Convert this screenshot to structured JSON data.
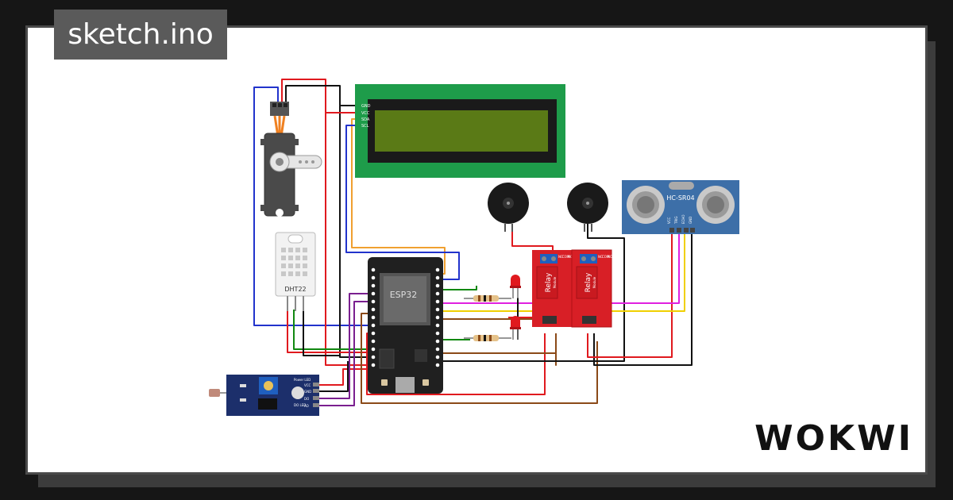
{
  "header": {
    "sketch_name": "sketch.ino"
  },
  "brand": {
    "logo_text": "WOKWI"
  },
  "components": {
    "lcd": {
      "pins": [
        "GND",
        "VCC",
        "SDA",
        "SCL"
      ]
    },
    "ultrasonic": {
      "label": "HC-SR04",
      "pins": [
        "VCC",
        "TRIG",
        "ECHO",
        "GND"
      ]
    },
    "dht": {
      "label": "DHT22"
    },
    "esp32": {
      "label": "ESP32"
    },
    "relay1": {
      "label": "Relay",
      "sub": "Module",
      "pins": [
        "NC",
        "COM",
        "NO"
      ]
    },
    "relay2": {
      "label": "Relay",
      "sub": "Module",
      "pins": [
        "NC",
        "COM",
        "NO"
      ]
    },
    "ldr": {
      "pins": [
        "VCC",
        "GND",
        "DO",
        "AO"
      ],
      "leds": [
        "Power LED",
        "DO LED"
      ]
    }
  },
  "colors": {
    "background": "#161616",
    "card": "#ffffff",
    "lcd_board": "#1e9c4a",
    "lcd_screen": "#5a7a16",
    "relay": "#d81f26",
    "esp32_board": "#202020",
    "ultrasonic_board": "#3d6fa8",
    "ldr_board": "#1c2f6b",
    "wire_red": "#e0191e",
    "wire_black": "#111111",
    "wire_blue": "#2233cc",
    "wire_yellow": "#f0d000",
    "wire_orange": "#f0a030",
    "wire_green": "#118811",
    "wire_brown": "#8b4a18",
    "wire_purple": "#7a1f8f",
    "wire_magenta": "#e020e0"
  }
}
